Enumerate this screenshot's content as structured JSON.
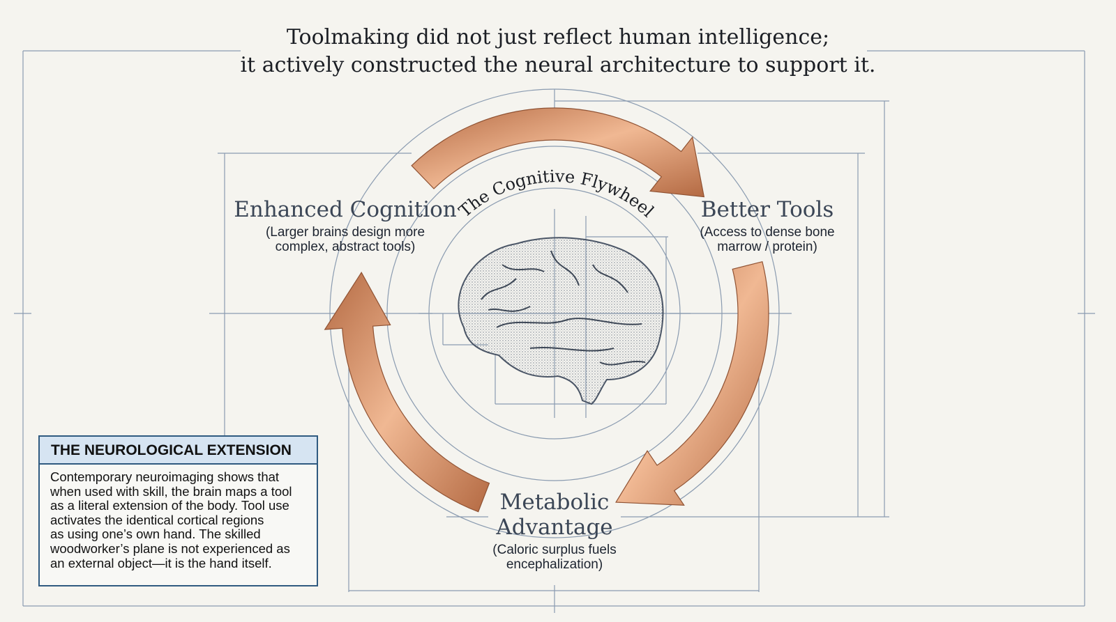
{
  "title": {
    "line1": "Toolmaking did not just reflect human intelligence;",
    "line2": "it actively constructed the neural architecture to support it."
  },
  "flywheel_label": "The Cognitive Flywheel",
  "nodes": {
    "cognition": {
      "heading": "Enhanced Cognition",
      "line1": "(Larger brains design more",
      "line2": "complex, abstract tools)"
    },
    "tools": {
      "heading": "Better Tools",
      "line1": "(Access to dense bone",
      "line2": "marrow / protein)"
    },
    "metabolic": {
      "heading1": "Metabolic",
      "heading2": "Advantage",
      "line1": "(Caloric surplus fuels",
      "line2": "encephalization)"
    }
  },
  "info_box": {
    "heading": "THE NEUROLOGICAL EXTENSION",
    "lines": [
      "Contemporary neuroimaging shows that",
      "when used with skill, the brain maps a tool",
      "as a literal extension of the body. Tool use",
      "activates the identical cortical regions",
      "as using one’s own hand. The skilled",
      "woodworker’s plane is not experienced as",
      "an external object—it is the hand itself."
    ]
  },
  "colors": {
    "arrow": "#c07a52",
    "arrow_light": "#f0b893",
    "guide": "#8a9bb0",
    "box_border": "#2f5a80",
    "box_header": "#d6e4f2"
  }
}
